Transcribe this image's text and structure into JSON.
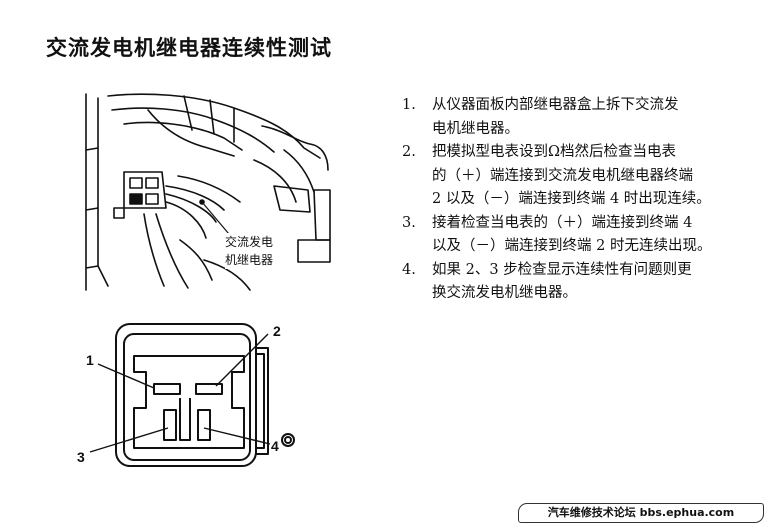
{
  "page_title": "交流发电机继电器连续性测试",
  "steps": [
    {
      "num": "1.",
      "lines": [
        "从仪器面板内部继电器盒上拆下交流发",
        "电机继电器。"
      ]
    },
    {
      "num": "2.",
      "lines": [
        "把模拟型电表设到Ω档然后检查当电表",
        "的（＋）端连接到交流发电机继电器终端",
        "2 以及（－）端连接到终端 4 时出现连续。"
      ]
    },
    {
      "num": "3.",
      "lines": [
        "接着检查当电表的（＋）端连接到终端 4",
        "以及（－）端连接到终端 2 时无连续出现。"
      ]
    },
    {
      "num": "4.",
      "lines": [
        "如果 2、3 步检查显示连续性有问题则更",
        "换交流发电机继电器。"
      ]
    }
  ],
  "figure_top": {
    "callout_lines": [
      "交流发电",
      "机继电器"
    ]
  },
  "figure_bottom": {
    "terminals": [
      "1",
      "2",
      "3",
      "4"
    ]
  },
  "footer": {
    "text": "汽车维修技术论坛 bbs.ephua.com"
  }
}
